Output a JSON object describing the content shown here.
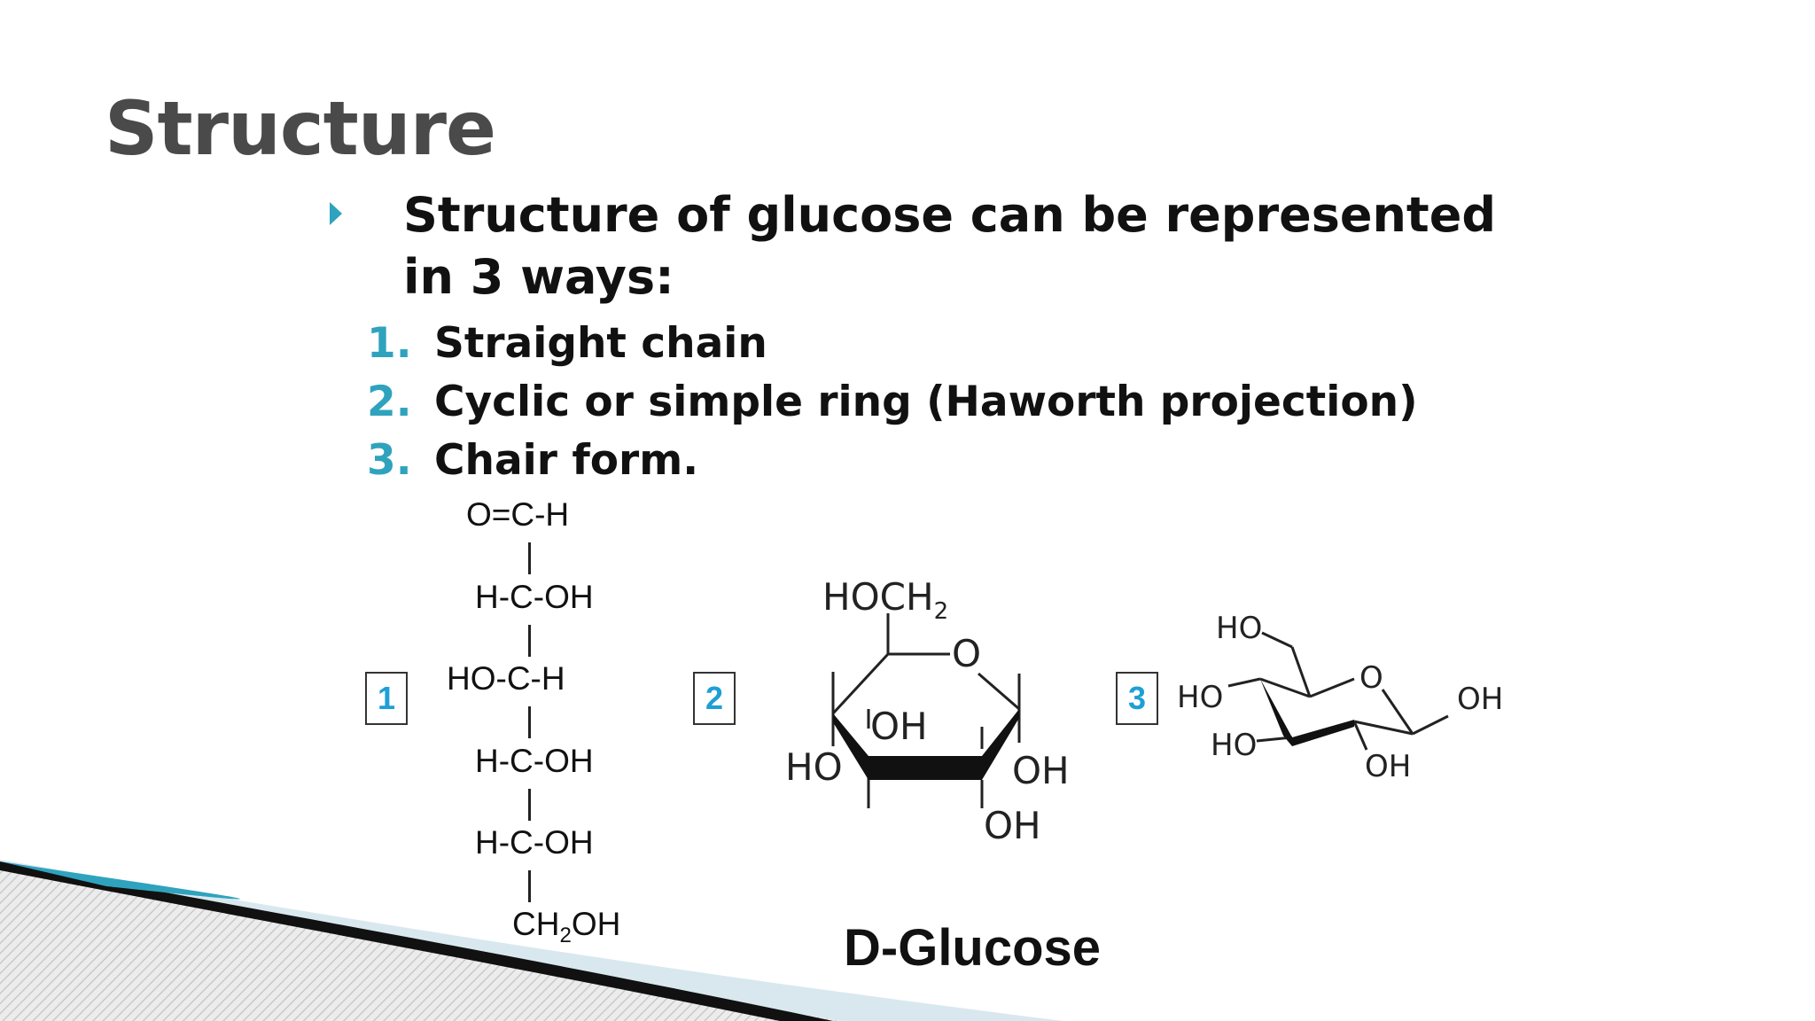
{
  "slide": {
    "title": "Structure",
    "bullet": "Structure of glucose can be represented in 3 ways:",
    "list": [
      {
        "num": "1.",
        "text": "Straight chain"
      },
      {
        "num": "2.",
        "text": "Cyclic or simple ring (Haworth projection)"
      },
      {
        "num": "3.",
        "text": "Chair form."
      }
    ],
    "labels": [
      "1",
      "2",
      "3"
    ],
    "fischer": {
      "r1": "O=C-H",
      "r2": "H-C-OH",
      "r3": "HO-C-H",
      "r4": "H-C-OH",
      "r5": "H-C-OH",
      "r6_main": "CH",
      "r6_sub": "2",
      "r6_end": "OH"
    },
    "haworth": {
      "ch2oh_main": "HOCH",
      "ch2oh_sub": "2",
      "ring_o": "O",
      "oh_c4_up": "OH",
      "ho_c4": "HO",
      "oh_c1": "OH",
      "oh_c2": "OH"
    },
    "chair": {
      "ho_top": "HO",
      "ring_o": "O",
      "ho_left": "HO",
      "ho_lower_left": "HO",
      "oh_bottom": "OH",
      "oh_right": "OH"
    },
    "caption": "D-Glucose",
    "colors": {
      "accent": "#2fa3bd",
      "label": "#1e9fd6",
      "title": "#4a4a4a"
    }
  }
}
